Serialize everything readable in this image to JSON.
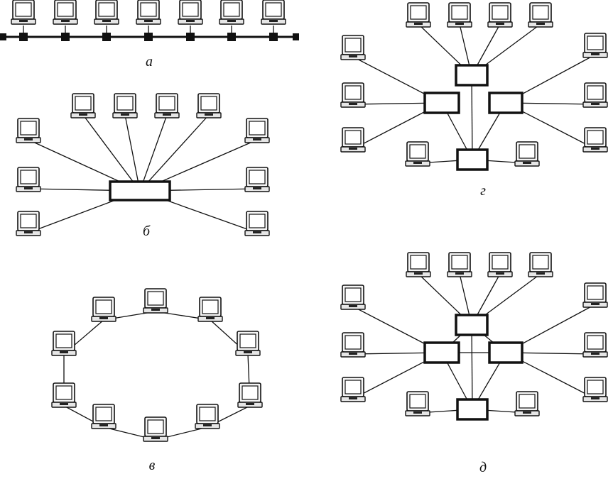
{
  "diagram": {
    "labels": {
      "bus": "а",
      "star": "б",
      "ring": "в",
      "tree": "г",
      "mesh": "д"
    },
    "colors": {
      "ink": "#111111",
      "background": "#ffffff"
    },
    "icons": {
      "workstation": "computer-monitor-icon",
      "hub": "hub-box",
      "terminator": "bus-terminator"
    }
  }
}
